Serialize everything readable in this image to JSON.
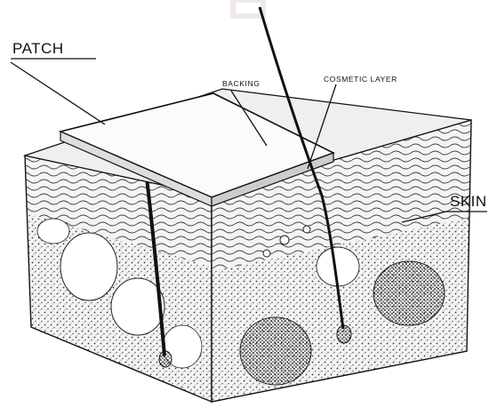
{
  "labels": {
    "patch": "PATCH",
    "backing": "BACKING",
    "cosmetic_layer": "COSMETIC LAYER",
    "skin": "SKIN"
  },
  "colors": {
    "ink": "#1a1a1a",
    "watermark": "#c0a0a0",
    "paper": "#ffffff"
  }
}
